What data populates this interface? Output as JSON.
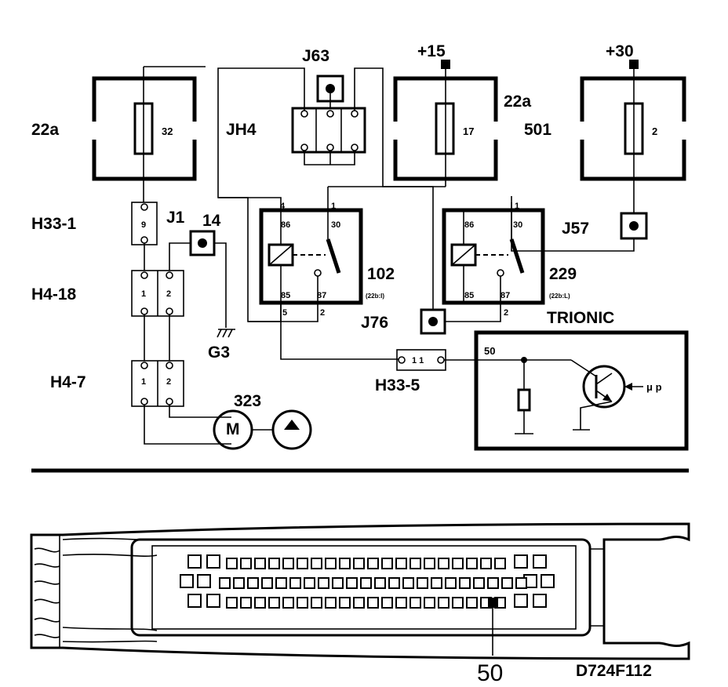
{
  "labels": {
    "fuse_left_ref": "22a",
    "fuse_left_num": "32",
    "fuse_mid_ref": "22a",
    "fuse_mid_num": "17",
    "fuse_right_ref": "501",
    "fuse_right_num": "2",
    "j63": "J63",
    "jh4": "JH4",
    "plus15": "+15",
    "plus30": "+30",
    "h33_1": "H33-1",
    "h33_1_pin": "9",
    "j1": "J1",
    "ground_num": "14",
    "g3": "G3",
    "h4_18": "H4-18",
    "h4_7": "H4-7",
    "pin1": "1",
    "pin2": "2",
    "relay_102": "102",
    "relay_102_sub": "(22b:I)",
    "relay_229": "229",
    "relay_229_sub": "(22b:L)",
    "j57": "J57",
    "j76": "J76",
    "trionic": "TRIONIC",
    "h33_5": "H33-5",
    "h33_5_pin": "1 1",
    "pump_num": "323",
    "motor_m": "M",
    "ecu_pin": "50",
    "mu_p": "μ p",
    "figure_pin": "50",
    "figure_code": "D724F112",
    "t4": "4",
    "t1": "1",
    "t86": "86",
    "t30": "30",
    "t85": "85",
    "t87": "87",
    "t5": "5",
    "t2": "2"
  },
  "colors": {
    "ink": "#000000",
    "paper": "#ffffff",
    "connector_fill": "#ffffff"
  }
}
